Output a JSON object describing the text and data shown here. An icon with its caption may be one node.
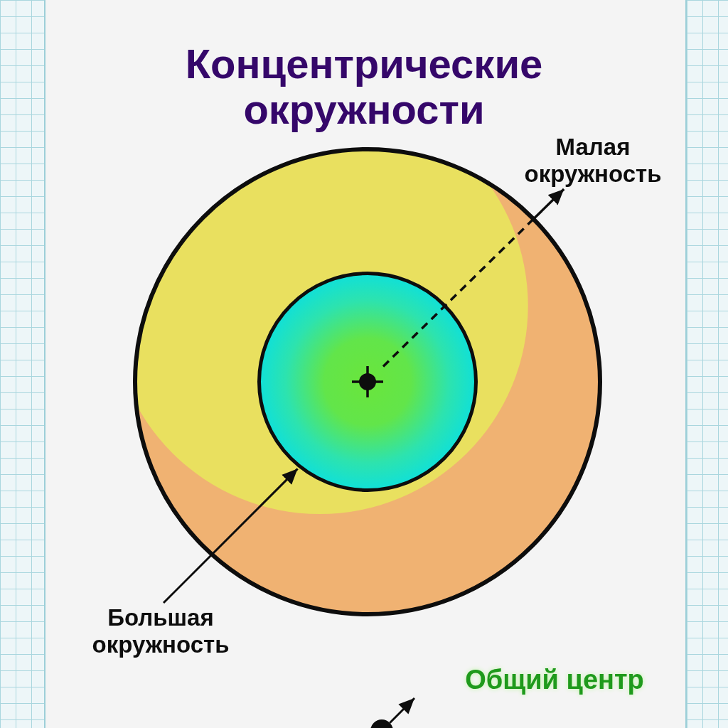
{
  "diagram": {
    "title": "Концентрические окружности",
    "nodes": [
      {
        "text": [],
        "shape": "circle"
      },
      {
        "text": [],
        "shape": "circle",
        "in": 0
      },
      {
        "text": [],
        "shape": "circle",
        "in": 1
      },
      {
        "text": [
          "Малая окружность"
        ]
      },
      {
        "text": [
          "Большая окружность"
        ]
      },
      {
        "text": [],
        "shape": "circle"
      }
    ],
    "edges": [
      {
        "from": 2,
        "to": 3,
        "arrow": "to",
        "style": "dashed"
      },
      {
        "from": 4,
        "to": 1,
        "arrow": "to"
      },
      {
        "from": 5,
        "to": null,
        "arrow": "to"
      }
    ],
    "labels": [
      "Общий центр"
    ]
  }
}
